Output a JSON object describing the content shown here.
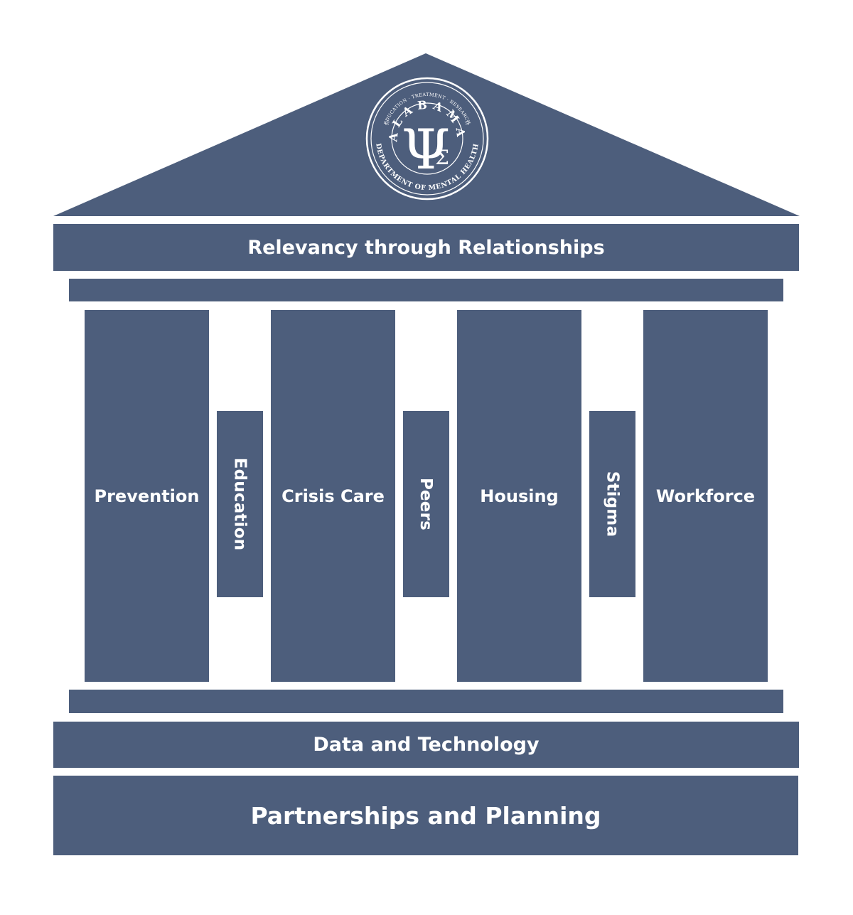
{
  "seal": {
    "state": "ALABAMA",
    "motto": "EDUCATION · TREATMENT · RESEARCH",
    "department": "DEPARTMENT OF MENTAL HEALTH",
    "symbol": "psi-sigma-emblem"
  },
  "roof_band": "Relevancy through Relationships",
  "pillars": [
    "Prevention",
    "Crisis Care",
    "Housing",
    "Workforce"
  ],
  "connectors": [
    "Education",
    "Peers",
    "Stigma"
  ],
  "data_band": "Data and Technology",
  "foundation": "Partnerships and Planning",
  "colors": {
    "fill": "#4d5e7c",
    "text": "#ffffff",
    "background": "#ffffff"
  }
}
